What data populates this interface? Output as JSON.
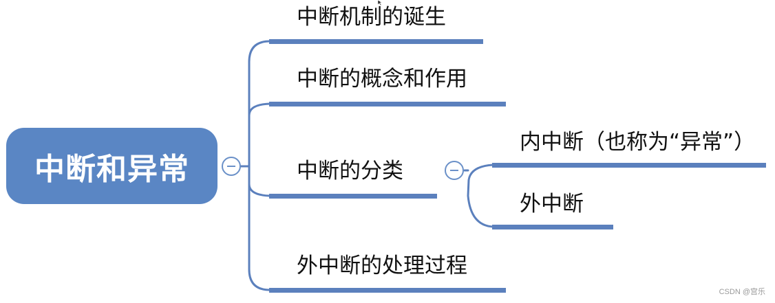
{
  "root": {
    "label": "中断和异常"
  },
  "branches": [
    {
      "label": "中断机制的诞生"
    },
    {
      "label": "中断的概念和作用"
    },
    {
      "label": "中断的分类",
      "children": [
        {
          "label": "内中断（也称为“异常”）"
        },
        {
          "label": "外中断"
        }
      ]
    },
    {
      "label": "外中断的处理过程"
    }
  ],
  "watermark": "CSDN @宫乐",
  "colors": {
    "root_fill": "#5a86c4",
    "line": "#5b80bd",
    "collapse_icon": "#6a90c8",
    "text": "#111111"
  },
  "icons": {
    "collapse_root": "minus-circle-icon",
    "collapse_sub": "minus-circle-icon",
    "cursor": "mouse-cursor-icon"
  }
}
